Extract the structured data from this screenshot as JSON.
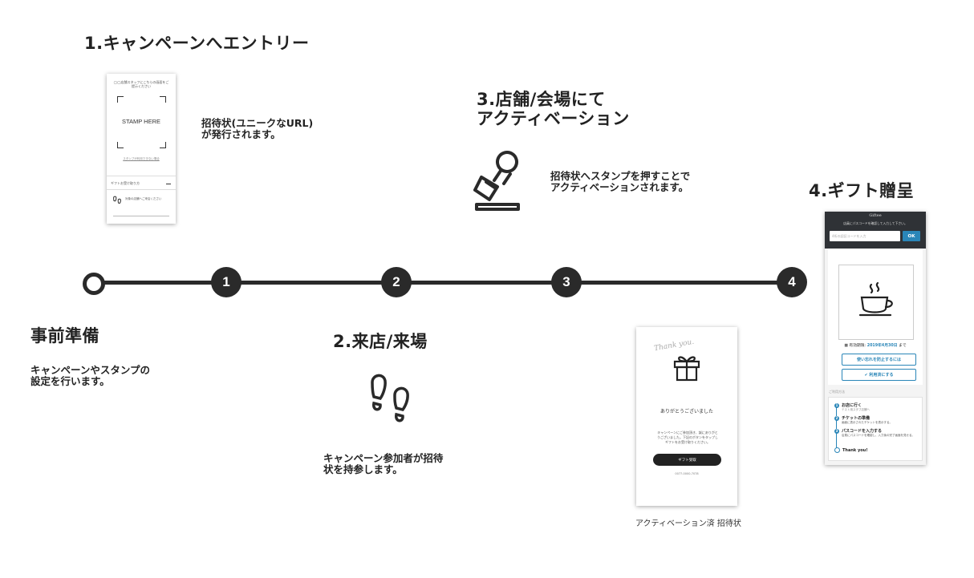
{
  "steps": {
    "step1": {
      "title": "1.キャンペーンへエントリー",
      "desc_line1": "招待状(ユニークなURL)",
      "desc_line2": "が発行されます。"
    },
    "step2": {
      "title": "2.来店/来場",
      "desc_line1": "キャンペーン参加者が招待",
      "desc_line2": "状を持参します。"
    },
    "step3": {
      "title_line1": "3.店舗/会場にて",
      "title_line2": "アクティベーション",
      "desc_line1": "招待状へスタンプを押すことで",
      "desc_line2": "アクティベーションされます。"
    },
    "step4": {
      "title": "4.ギフト贈呈"
    },
    "prep": {
      "title": "事前準備",
      "desc_line1": "キャンペーンやスタンプの",
      "desc_line2": "設定を行います。"
    }
  },
  "timeline": {
    "nodes": [
      "1",
      "2",
      "3",
      "4"
    ]
  },
  "phone1": {
    "header": "◯◯店舗スタッフにこちらの画面をご提示ください",
    "stamp": "STAMP HERE",
    "link": "スタンプが利用できない場合",
    "section": "ギフトお受け取り方",
    "note": "対象の店舗へご来店ください"
  },
  "phone_thanks": {
    "thank_script": "Thank you.",
    "heading": "ありがとうございました",
    "body_line1": "キャンペーンにご参加頂き、誠にありがと",
    "body_line2": "うございました。下記のボタンをタップし",
    "body_line3": "ギフトをお受け取りください。",
    "button": "ギフト受取",
    "code": "0077-0000-7078",
    "caption": "アクティベーション済 招待状"
  },
  "phone4": {
    "brand": "Giftee",
    "notice": "店員にパスコードを確認して入力して下さい。",
    "input_placeholder": "4桁の認証コードを入力",
    "ok": "OK",
    "expiry_label": "有効期限:",
    "expiry_date": "2019年4月30日",
    "expiry_suffix": "まで",
    "btn1": "使い忘れを防止するには",
    "btn2": "✔ 利用済にする",
    "usage_title": "ご利用方法",
    "usage_steps": [
      {
        "title": "お店に行く",
        "sub": "テスト用スタブ店舗へ"
      },
      {
        "title": "チケットの準備",
        "sub": "画面に表示されたチケットを表示する。"
      },
      {
        "title": "パスコードを入力する",
        "sub": "店員にパスコードを確認し、入力後の完了画面を見せる。"
      },
      {
        "title": "Thank you!",
        "sub": ""
      }
    ]
  }
}
